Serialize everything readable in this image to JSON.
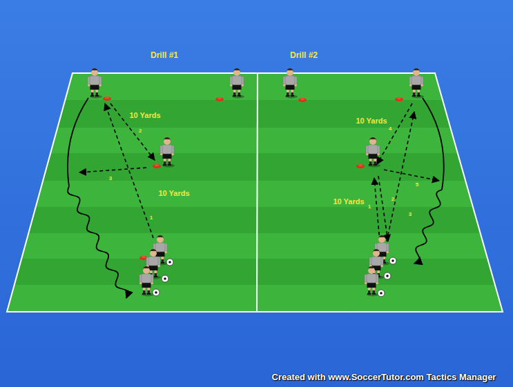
{
  "diagram": {
    "labels": [
      "Drill #1",
      "Drill #2",
      "10 Yards",
      "2",
      "3",
      "10 Yards",
      "1",
      "10 Yards",
      "4",
      "5",
      "10 Yards",
      "1",
      "2",
      "3",
      "Created with www.SoccerTutor.com Tactics Manager"
    ]
  }
}
